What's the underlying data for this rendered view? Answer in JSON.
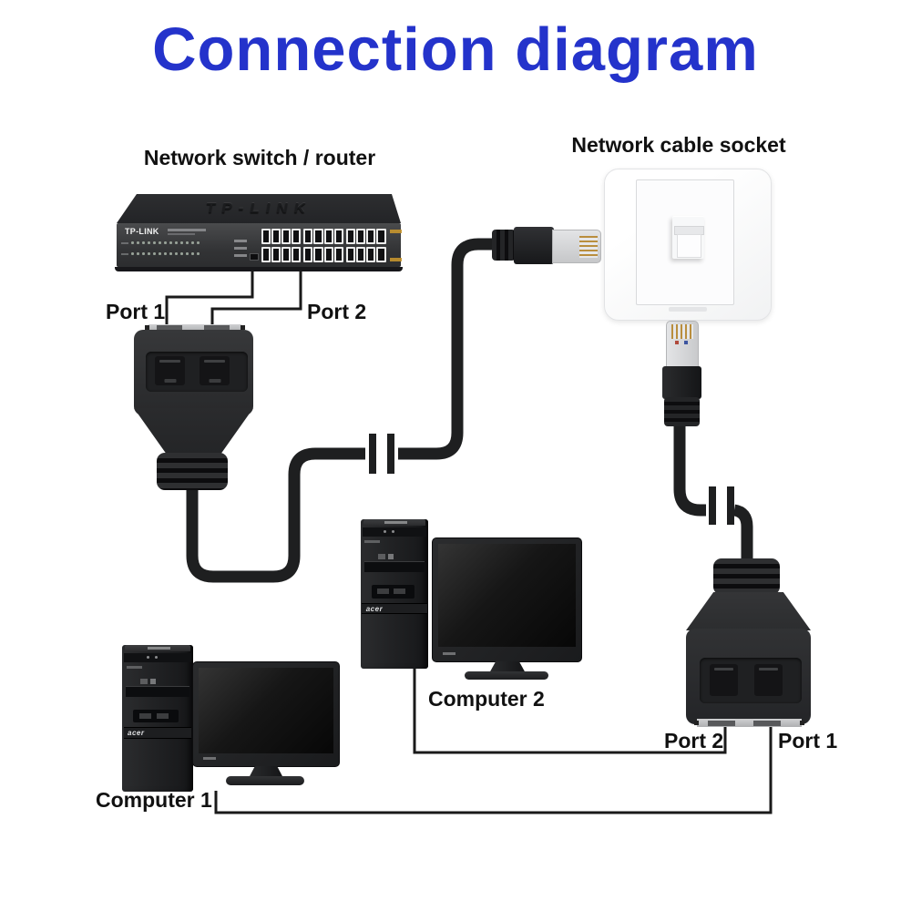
{
  "title": "Connection diagram",
  "labels": {
    "switch_section": "Network switch / router",
    "socket_section": "Network cable socket",
    "switch_port1": "Port 1",
    "switch_port2": "Port 2",
    "splitter_port1": "Port 1",
    "splitter_port2": "Port 2",
    "computer1": "Computer 1",
    "computer2": "Computer 2"
  },
  "devices": {
    "switch_brand": "TP-LINK",
    "switch_brand_top": "TP-LINK",
    "tower_brand": "acer"
  },
  "colors": {
    "title_blue": "#2433cb",
    "cable_black": "#1e1f20",
    "callout_line": "#1a1a1a",
    "socket_white": "#f7f8f9",
    "splitter_body": "#2c2d2f"
  }
}
